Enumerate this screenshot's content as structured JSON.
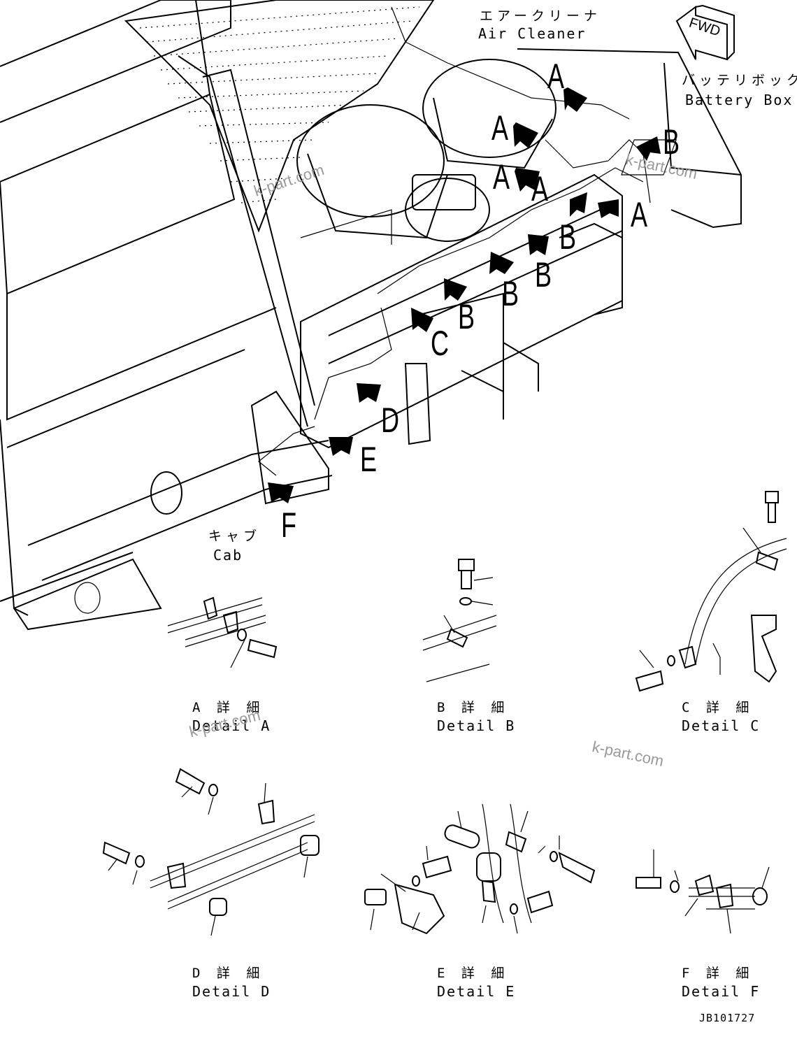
{
  "labels": {
    "air_cleaner_jp": "エアークリーナ",
    "air_cleaner_en": "Air Cleaner",
    "battery_box_jp": "バッテリボックス",
    "battery_box_en": "Battery Box",
    "cab_jp": "キャブ",
    "cab_en": "Cab",
    "fwd": "FWD"
  },
  "callouts": [
    "A",
    "A",
    "A",
    "A",
    "A",
    "B",
    "B",
    "B",
    "B",
    "B",
    "B",
    "C",
    "D",
    "E",
    "F"
  ],
  "details": [
    {
      "jp": "A 詳 細",
      "en": "Detail A"
    },
    {
      "jp": "B 詳 細",
      "en": "Detail B"
    },
    {
      "jp": "C 詳 細",
      "en": "Detail C"
    },
    {
      "jp": "D 詳 細",
      "en": "Detail D"
    },
    {
      "jp": "E 詳 細",
      "en": "Detail E"
    },
    {
      "jp": "F 詳 細",
      "en": "Detail F"
    }
  ],
  "watermarks": [
    "k-part.com",
    "k-part.com",
    "k-part.com",
    "k-part.com"
  ],
  "drawing_code": "JB101727"
}
